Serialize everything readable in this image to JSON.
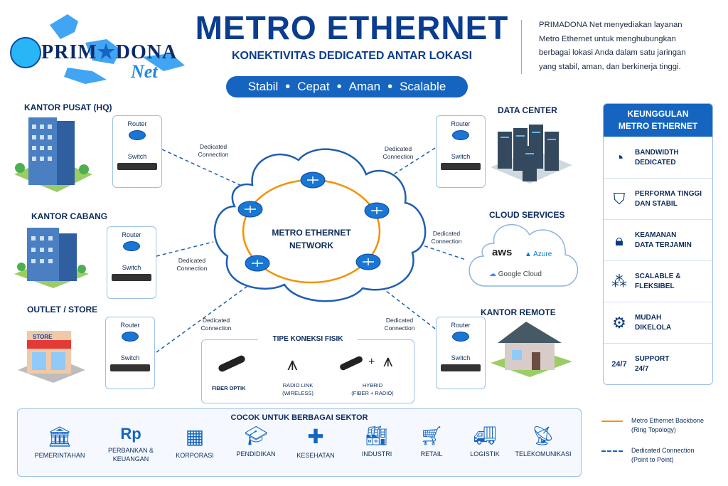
{
  "brand": {
    "name_left": "PRIM",
    "name_right": "DONA",
    "sub": "Net"
  },
  "header": {
    "title": "METRO ETHERNET",
    "subtitle": "KONEKTIVITAS DEDICATED ANTAR LOKASI",
    "tags": [
      "Stabil",
      "Cepat",
      "Aman",
      "Scalable"
    ],
    "intro": "PRIMADONA Net menyediakan layanan Metro Ethernet untuk menghubungkan berbagai lokasi Anda dalam satu jaringan yang stabil, aman, dan berkinerja tinggi."
  },
  "locations": {
    "hq": "KANTOR PUSAT (HQ)",
    "branch": "KANTOR CABANG",
    "outlet": "OUTLET / STORE",
    "datacenter": "DATA CENTER",
    "cloud": "CLOUD SERVICES",
    "remote": "KANTOR REMOTE"
  },
  "device": {
    "router": "Router",
    "switch": "Switch"
  },
  "link": {
    "line1": "Dedicated",
    "line2": "Connection"
  },
  "network": {
    "line1": "METRO ETHERNET",
    "line2": "NETWORK"
  },
  "cloud_providers": {
    "aws": "aws",
    "azure": "Azure",
    "google": "Google Cloud"
  },
  "store_sign": "STORE",
  "features": {
    "title_line1": "KEUNGGULAN",
    "title_line2": "METRO ETHERNET",
    "items": [
      {
        "l1": "BANDWIDTH",
        "l2": "DEDICATED",
        "icon": "speedometer-icon"
      },
      {
        "l1": "PERFORMA TINGGI",
        "l2": "DAN STABIL",
        "icon": "shield-icon"
      },
      {
        "l1": "KEAMANAN",
        "l2": "DATA TERJAMIN",
        "icon": "lock-icon"
      },
      {
        "l1": "SCALABLE &",
        "l2": "FLEKSIBEL",
        "icon": "network-nodes-icon"
      },
      {
        "l1": "MUDAH",
        "l2": "DIKELOLA",
        "icon": "gear-icon"
      },
      {
        "l1": "SUPPORT",
        "l2": "24/7",
        "icon": "support-24-7-icon"
      }
    ]
  },
  "physical": {
    "title": "TIPE KONEKSI FISIK",
    "fiber": "FIBER OPTIK",
    "radio_l1": "RADIO LINK",
    "radio_l2": "(WIRELESS)",
    "hybrid_l1": "HYBRID",
    "hybrid_l2": "(FIBER + RADIO)",
    "plus": "+"
  },
  "sectors": {
    "title": "COCOK UNTUK BERBAGAI SEKTOR",
    "items": [
      {
        "l1": "PEMERINTAHAN",
        "l2": ""
      },
      {
        "l1": "PERBANKAN &",
        "l2": "KEUANGAN"
      },
      {
        "l1": "KORPORASI",
        "l2": ""
      },
      {
        "l1": "PENDIDIKAN",
        "l2": ""
      },
      {
        "l1": "KESEHATAN",
        "l2": ""
      },
      {
        "l1": "INDUSTRI",
        "l2": ""
      },
      {
        "l1": "RETAIL",
        "l2": ""
      },
      {
        "l1": "LOGISTIK",
        "l2": ""
      },
      {
        "l1": "TELEKOMUNIKASI",
        "l2": ""
      }
    ]
  },
  "legend": {
    "backbone_l1": "Metro Ethernet Backbone",
    "backbone_l2": "(Ring Topology)",
    "dedicated_l1": "Dedicated Connection",
    "dedicated_l2": "(Point to Point)"
  },
  "colors": {
    "primary": "#1565c0",
    "dark": "#0a3d8f",
    "ring": "#f39200",
    "link": "#1f5fb0"
  }
}
